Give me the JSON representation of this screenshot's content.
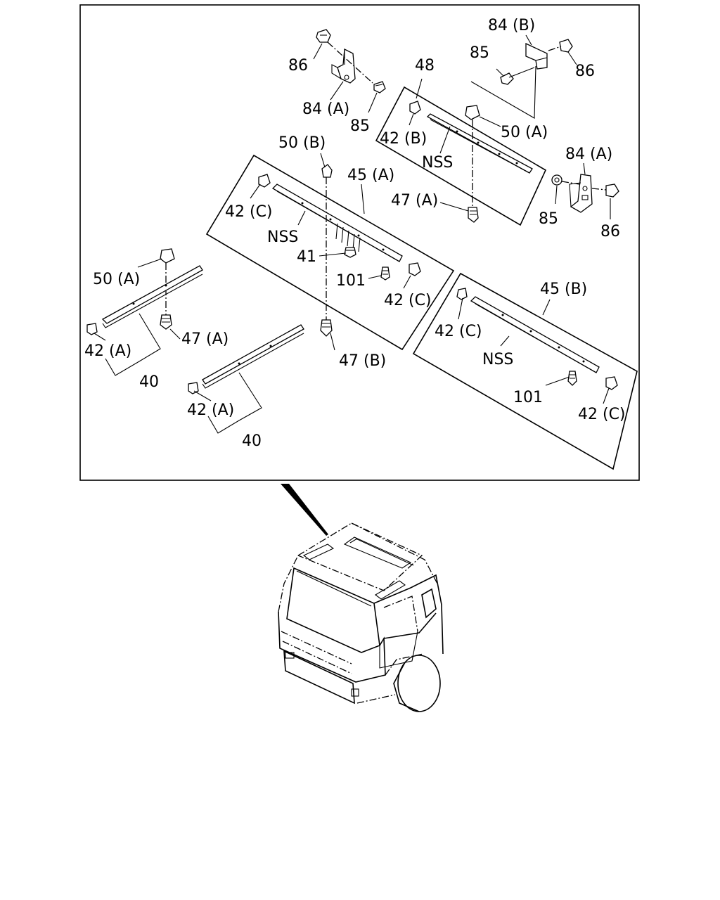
{
  "callouts": {
    "c86_a": "86",
    "c84A_a": "84 (A)",
    "c85_a": "85",
    "c48": "48",
    "c84B": "84 (B)",
    "c85_b": "85",
    "c86_b": "86",
    "c50A_a": "50 (A)",
    "c42B": "42 (B)",
    "nss_a": "NSS",
    "c84A_b": "84 (A)",
    "c85_c": "85",
    "c86_c": "86",
    "c47A_a": "47 (A)",
    "c50B": "50 (B)",
    "c45A": "45 (A)",
    "c42C_a": "42 (C)",
    "nss_b": "NSS",
    "c41": "41",
    "c101_a": "101",
    "c42C_b": "42 (C)",
    "c50A_b": "50 (A)",
    "c47A_b": "47 (A)",
    "c42A_a": "42 (A)",
    "c40_a": "40",
    "c47B": "47 (B)",
    "c42A_b": "42 (A)",
    "c40_b": "40",
    "c45B": "45 (B)",
    "c42C_c": "42 (C)",
    "nss_c": "NSS",
    "c101_b": "101",
    "c42C_d": "42 (C)"
  }
}
